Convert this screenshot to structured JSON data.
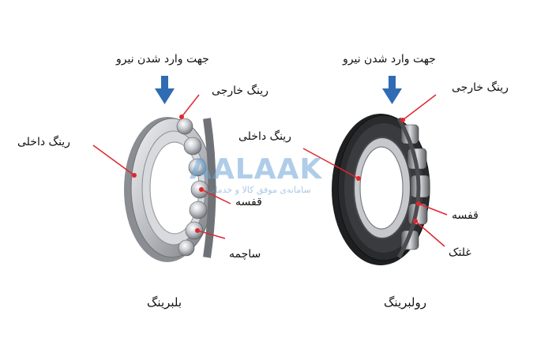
{
  "ball_bearing": {
    "force_label": "جهت وارد شدن نیرو",
    "outer_ring": "رینگ خارجی",
    "inner_ring": "رینگ داخلی",
    "cage": "قفسه",
    "ball": "ساچمه",
    "caption": "بلبرینگ"
  },
  "roller_bearing": {
    "force_label": "جهت وارد شدن نیرو",
    "outer_ring": "رینگ خارجی",
    "inner_ring": "رینگ داخلی",
    "cage": "قفسه",
    "roller": "غلتک",
    "caption": "رولبرینگ"
  },
  "watermark": {
    "brand": "AALAAK",
    "tagline": "سامانه‌ی موفق کالا و خدمات"
  },
  "colors": {
    "arrow": "#2f6cb3",
    "leader": "#e0262e",
    "watermark": "#6ea6d8"
  }
}
